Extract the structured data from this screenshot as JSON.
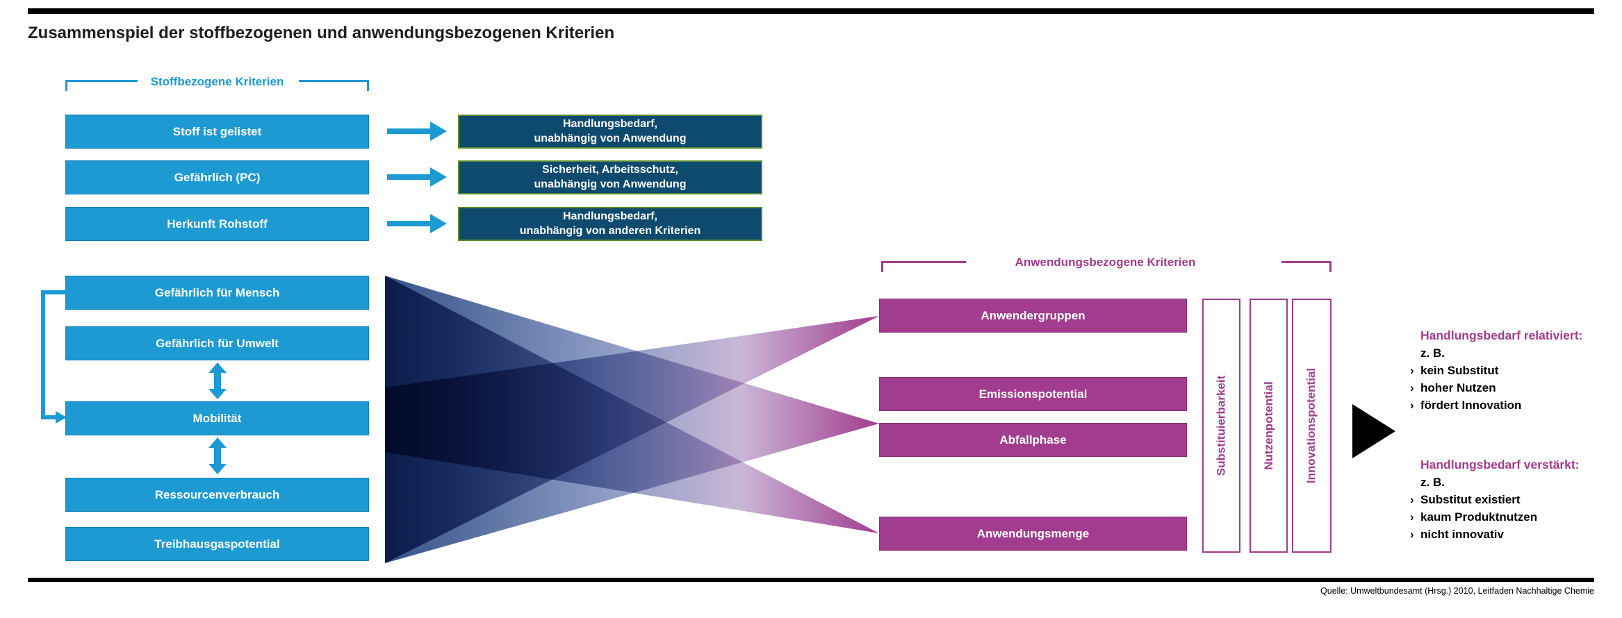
{
  "title": "Zusammenspiel der stoffbezogenen und anwendungsbezogenen Kriterien",
  "source": "Quelle: Umweltbundesamt (Hrsg.) 2010, Leitfaden Nachhaltige Chemie",
  "bullet": "›",
  "colors": {
    "blue": "#1d9ad2",
    "dark_blue": "#0d4a6e",
    "purple": "#a23c8e",
    "black": "#000000"
  },
  "substance": {
    "label": "Stoffbezogene Kriterien",
    "independent": [
      "Stoff ist gelistet",
      "Gefährlich (PC)",
      "Herkunft Rohstoff"
    ],
    "results": [
      {
        "line1": "Handlungsbedarf,",
        "line2": "unabhängig von Anwendung"
      },
      {
        "line1": "Sicherheit, Arbeitsschutz,",
        "line2": "unabhängig von Anwendung"
      },
      {
        "line1": "Handlungsbedarf,",
        "line2": "unabhängig von anderen Kriterien"
      }
    ],
    "weighted": [
      "Gefährlich für Mensch",
      "Gefährlich für Umwelt",
      "Mobilität",
      "Ressourcenverbrauch",
      "Treibhausgaspotential"
    ]
  },
  "application": {
    "label": "Anwendungsbezogene Kriterien",
    "boxes": [
      "Anwendergruppen",
      "Emissionspotential",
      "Abfallphase",
      "Anwendungsmenge"
    ],
    "columns": [
      "Substituierbarkeit",
      "Nutzenpotential",
      "Innovationspotential"
    ]
  },
  "outcomes": {
    "relativized": {
      "heading": "Handlungsbedarf relativiert:",
      "intro": "z. B.",
      "items": [
        "kein Substitut",
        "hoher Nutzen",
        "fördert Innovation"
      ]
    },
    "reinforced": {
      "heading": "Handlungsbedarf verstärkt:",
      "intro": "z. B.",
      "items": [
        "Substitut existiert",
        "kaum Produktnutzen",
        "nicht innovativ"
      ]
    }
  }
}
